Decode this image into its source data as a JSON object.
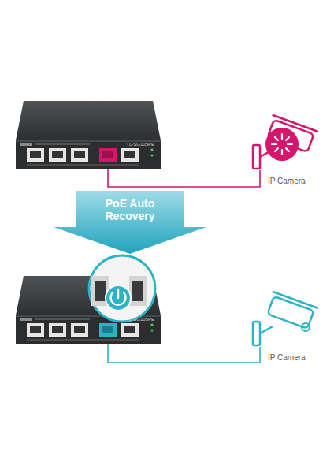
{
  "diagram": {
    "nodes": [
      {
        "text": [
          "TL-SG105PE"
        ]
      },
      {
        "text": [
          "IP Camera"
        ]
      },
      {
        "text": [
          "PoE Auto Recovery"
        ]
      },
      {
        "text": [
          "TL-SG105PE"
        ]
      },
      {
        "text": [
          "IP Camera"
        ]
      }
    ],
    "edges": [
      {
        "from": 0,
        "to": 1,
        "arrow": "none"
      },
      {
        "from": 3,
        "to": 4,
        "arrow": "none"
      }
    ]
  }
}
